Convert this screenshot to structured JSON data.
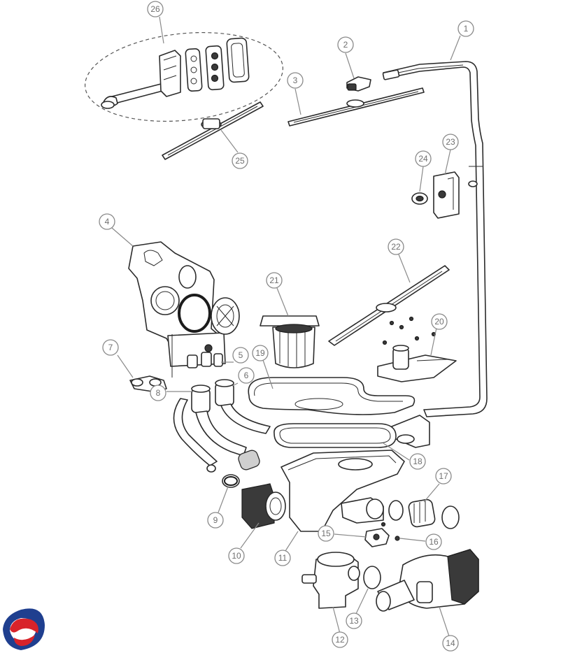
{
  "diagram": {
    "callouts": [
      {
        "id": "1",
        "label": "1"
      },
      {
        "id": "2",
        "label": "2"
      },
      {
        "id": "3",
        "label": "3"
      },
      {
        "id": "4",
        "label": "4"
      },
      {
        "id": "5",
        "label": "5"
      },
      {
        "id": "6",
        "label": "6"
      },
      {
        "id": "7",
        "label": "7"
      },
      {
        "id": "8",
        "label": "8"
      },
      {
        "id": "9",
        "label": "9"
      },
      {
        "id": "10",
        "label": "10"
      },
      {
        "id": "11",
        "label": "11"
      },
      {
        "id": "12",
        "label": "12"
      },
      {
        "id": "13",
        "label": "13"
      },
      {
        "id": "14",
        "label": "14"
      },
      {
        "id": "15",
        "label": "15"
      },
      {
        "id": "16",
        "label": "16"
      },
      {
        "id": "17",
        "label": "17"
      },
      {
        "id": "18",
        "label": "18"
      },
      {
        "id": "19",
        "label": "19"
      },
      {
        "id": "20",
        "label": "20"
      },
      {
        "id": "21",
        "label": "21"
      },
      {
        "id": "22",
        "label": "22"
      },
      {
        "id": "23",
        "label": "23"
      },
      {
        "id": "24",
        "label": "24"
      },
      {
        "id": "25",
        "label": "25"
      },
      {
        "id": "26",
        "label": "26"
      }
    ],
    "logo": {
      "icon": "brand-swirl-logo",
      "colors": [
        "#1f3f8f",
        "#d8232a"
      ]
    },
    "line_color": "#2b2b2b",
    "callout_color": "#8a8a8a"
  }
}
